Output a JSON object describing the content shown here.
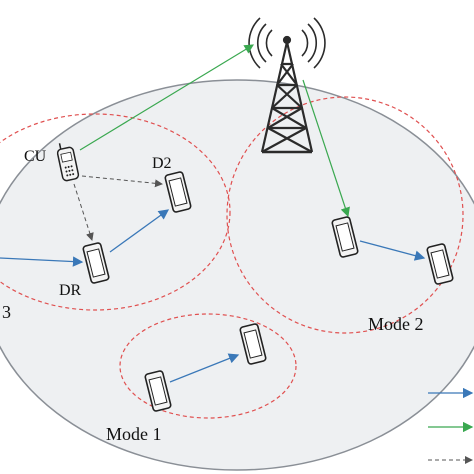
{
  "labels": {
    "cu": "CU",
    "d2": "D2",
    "dr": "DR",
    "mode1": "Mode 1",
    "mode2": "Mode 2",
    "mode3_fragment": "3"
  },
  "colors": {
    "cell_fill": "#eef0f2",
    "cell_stroke": "#8a8f96",
    "cluster_stroke": "#e05050",
    "blue_link": "#3a78b8",
    "green_link": "#3aa850",
    "gray_link": "#555555",
    "tower": "#2b2b2b"
  },
  "icons": {
    "tower": "cell-tower-icon",
    "phone": "smartphone-icon",
    "cu_phone": "cellular-user-phone-icon"
  },
  "legend": [
    {
      "line": "blue-solid-arrow"
    },
    {
      "line": "green-solid-arrow"
    },
    {
      "line": "gray-dashed-arrow"
    }
  ]
}
